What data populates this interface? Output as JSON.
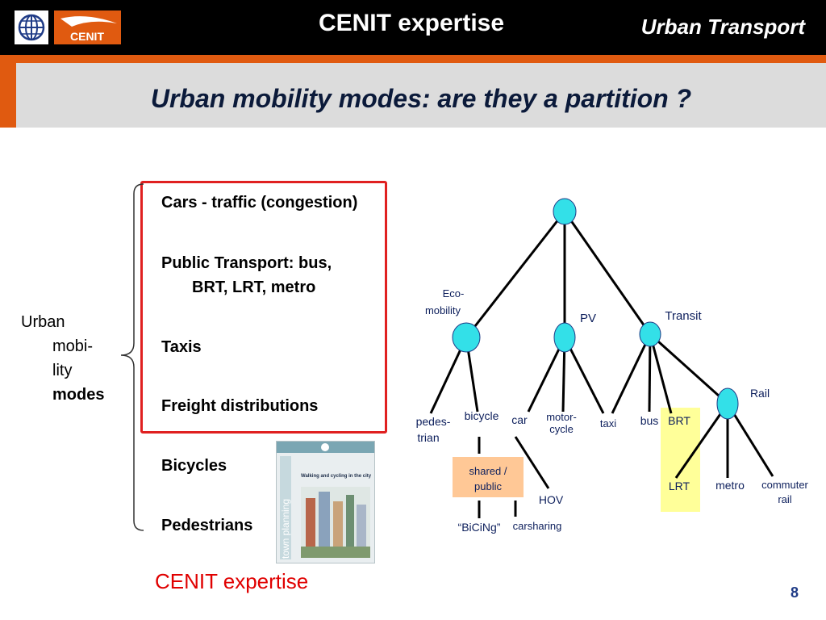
{
  "header": {
    "title": "CENIT expertise",
    "right_title": "Urban Transport",
    "logo_text": "CENIT"
  },
  "slide": {
    "title": "Urban mobility modes: are they a partition ?"
  },
  "left_label": {
    "line1": "Urban",
    "line2": "mobi-",
    "line3": "lity",
    "line4": "modes"
  },
  "list": {
    "items": [
      {
        "line1": "Cars - traffic (congestion)"
      },
      {
        "line1": "Public Transport: bus,",
        "line2": "BRT, LRT, metro"
      },
      {
        "line1": "Taxis"
      },
      {
        "line1": "Freight distributions"
      },
      {
        "line1": "Bicycles"
      },
      {
        "line1": "Pedestrians"
      }
    ]
  },
  "cover": {
    "title": "Walking and cycling in the city",
    "side": "town planning"
  },
  "tree": {
    "eco_mobility": {
      "line1": "Eco-",
      "line2": "mobility"
    },
    "pv": "PV",
    "transit": "Transit",
    "rail": "Rail",
    "pedestrian": {
      "line1": "pedes-",
      "line2": "trian"
    },
    "bicycle": "bicycle",
    "car": "car",
    "motorcycle": {
      "line1": "motor-",
      "line2": "cycle"
    },
    "taxi": "taxi",
    "bus": "bus",
    "brt": "BRT",
    "lrt": "LRT",
    "metro": "metro",
    "commuter_rail": {
      "line1": "commuter",
      "line2": "rail"
    },
    "shared_public": {
      "line1": "shared /",
      "line2": "public"
    },
    "hov": "HOV",
    "bicing": "“BiCiNg”",
    "carsharing": "carsharing"
  },
  "footer": {
    "expertise": "CENIT expertise",
    "page": "8"
  },
  "colors": {
    "orange": "#e05a10",
    "node_fill": "#33e0e8",
    "red_box": "#e02020",
    "highlight_yellow": "#ffff99",
    "shared_fill": "#ffc896"
  }
}
